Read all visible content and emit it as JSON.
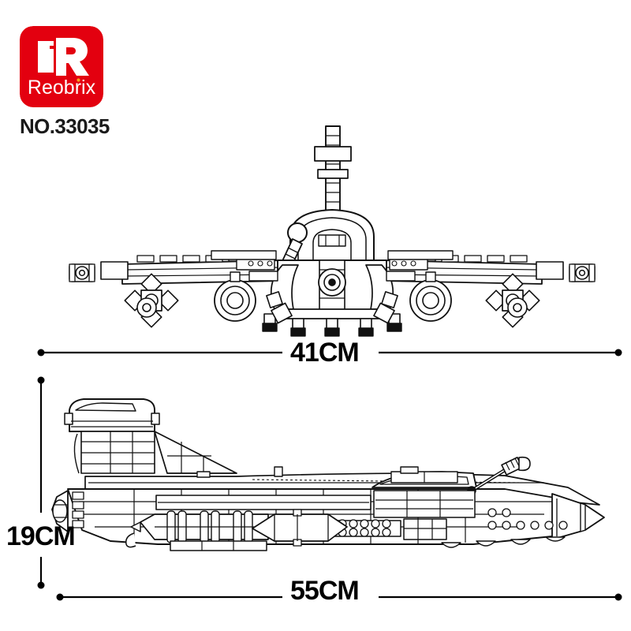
{
  "brand": {
    "logo_mark": "reobrix-ir-monogram",
    "logo_wordmark": "Reobrix",
    "logo_background_color": "#e3000f",
    "logo_foreground_color": "#ffffff",
    "product_code": "NO.33035"
  },
  "dimensions": {
    "width_top": "41CM",
    "height_left": "19CM",
    "width_bottom": "55CM",
    "line_color": "#000000"
  },
  "views": {
    "front": {
      "name": "front-elevation",
      "subject": "fighter-jet-brick-model",
      "features": [
        "vertical-tail-fin",
        "canopy-dome",
        "pitot-probe",
        "left-wing",
        "right-wing",
        "left-wingtip-pod",
        "right-wingtip-pod",
        "left-underwing-missile",
        "right-underwing-missile",
        "left-drop-tank",
        "right-drop-tank",
        "nose-landing-gear",
        "main-landing-gear"
      ]
    },
    "side": {
      "name": "side-elevation",
      "subject": "fighter-jet-brick-model",
      "features": [
        "vertical-stabilizer",
        "exhaust-nozzle",
        "delta-wing",
        "cockpit-canopy",
        "nose-cone",
        "pitot-boom",
        "refuelling-probe",
        "underbelly-missiles",
        "centerline-fuel-tank",
        "landing-gear-bays"
      ]
    }
  }
}
